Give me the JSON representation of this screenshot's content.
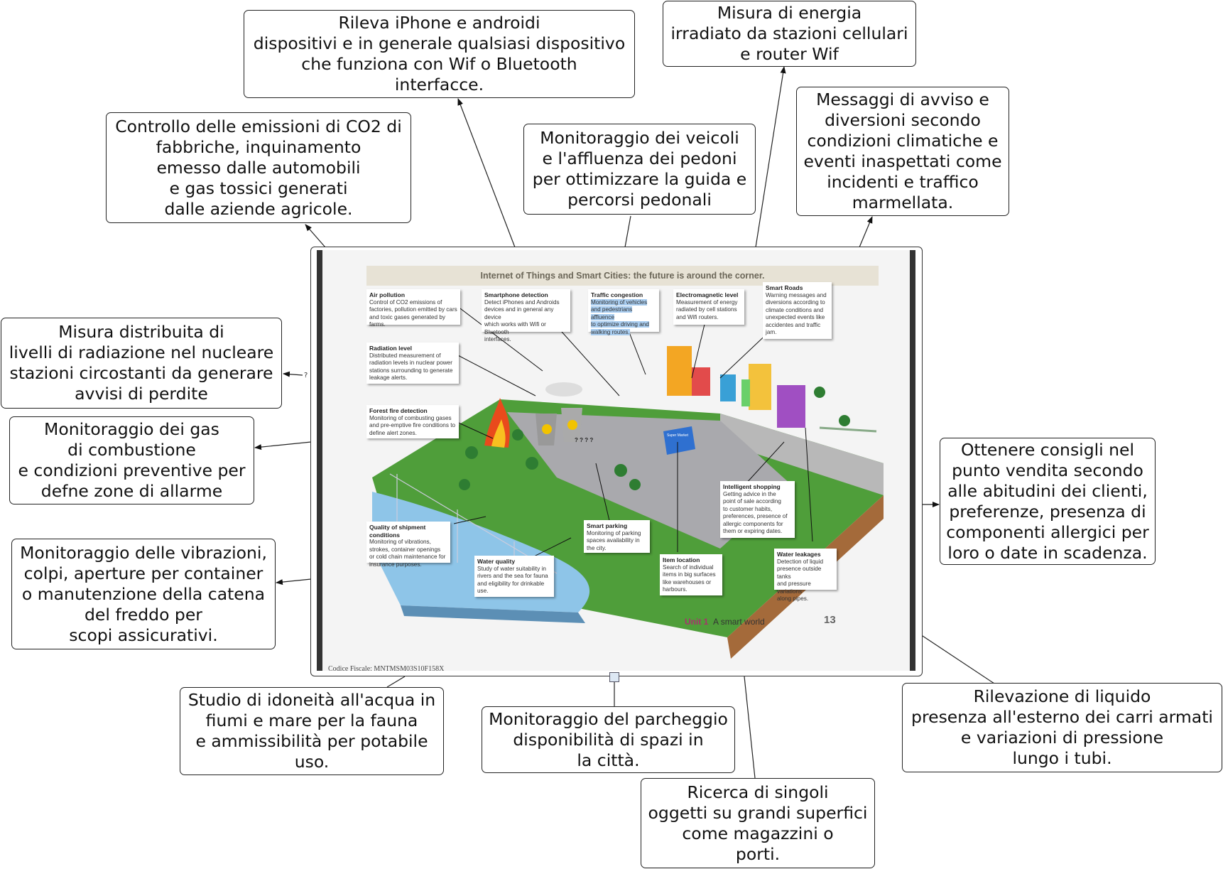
{
  "nodes": {
    "wifi_detect": "Rileva iPhone e androidi\ndispositivi e in generale qualsiasi dispositivo\nche funziona con Wif o Bluetooth\ninterfacce.",
    "energy": "Misura di energia\nirradiato da stazioni cellulari\ne router Wif",
    "co2": "Controllo delle emissioni di CO2 di\nfabbriche, inquinamento\nemesso dalle automobili\ne gas tossici generati\ndalle aziende agricole.",
    "vehicles": "Monitoraggio dei veicoli\ne l'affluenza dei pedoni\nper ottimizzare la guida e\npercorsi pedonali",
    "warnings": "Messaggi di avviso e\ndiversioni secondo\ncondizioni climatiche e\neventi inaspettati come\nincidenti e traffico\nmarmellata.",
    "radiation": "Misura distribuita di\nlivelli di radiazione nel nucleare\nstazioni circostanti da generare\navvisi di perdite",
    "combustion": "Monitoraggio dei gas\ndi combustione\ne condizioni preventive per\ndefne zone di allarme",
    "shopping": "Ottenere consigli nel\npunto vendita secondo\nalle abitudini dei clienti,\npreferenze, presenza di\ncomponenti allergici per\nloro o date in scadenza.",
    "vibrations": "Monitoraggio delle vibrazioni,\ncolpi, aperture per container\no manutenzione della catena\ndel freddo per\nscopi assicurativi.",
    "water_quality": "Studio di idoneità all'acqua in\nfiumi e mare per la fauna\ne ammissibilità per potabile\nuso.",
    "parking": "Monitoraggio del parcheggio\ndisponibilità di spazi in\nla città.",
    "leakage": "Rilevazione di liquido\npresenza all'esterno dei carri armati\ne variazioni di pressione\nlungo i tubi.",
    "item_location": "Ricerca di singoli\noggetti su grandi superfici\ncome magazzini o\nporti."
  },
  "link_label_radiation": "?",
  "page": {
    "title": "Internet of Things and Smart Cities: the future is around the corner.",
    "footer_unit": "Unit 1",
    "footer_text": "A smart world",
    "page_number": "13",
    "footer_code": "Codice Fiscale: MNTMSM03S10F158X",
    "captions": {
      "air": {
        "title": "Air pollution",
        "body": "Control of CO2 emissions of\nfactories, pollution emitted by cars\nand toxic gases generated by farms."
      },
      "smartphone": {
        "title": "Smartphone detection",
        "body": "Detect iPhones and Androids\ndevices and in general any device\nwhich works with Wifi or Bluetooth\ninterfaces."
      },
      "traffic": {
        "title": "Traffic congestion",
        "body": "Monitoring of vehicles\nand pedestrians affluence\nto optimize driving and\nwalking routes."
      },
      "em": {
        "title": "Electromagnetic level",
        "body": "Measurement of energy\nradiated by cell stations\nand Wifi routers."
      },
      "roads": {
        "title": "Smart Roads",
        "body": "Warning messages and\ndiversions according to\nclimate conditions and\nunexpected events like\naccidentes and traffic\njam."
      },
      "radiation": {
        "title": "Radiation level",
        "body": "Distributed measurement of\nradiation levels in nuclear power\nstations surrounding to generate\nleakage alerts."
      },
      "forest": {
        "title": "Forest fire detection",
        "body": "Monitoring of combusting gases\nand pre-emptive fire conditions to\ndefine alert zones."
      },
      "shipment": {
        "title": "Quality of shipment conditions",
        "body": "Monitoring of vibrations,\nstrokes, container openings\nor cold chain maintenance for\ninsurance purposes."
      },
      "water": {
        "title": "Water quality",
        "body": "Study of water suitability in\nrivers and the sea for fauna\nand eligibility for drinkable\nuse."
      },
      "parking": {
        "title": "Smart parking",
        "body": "Monitoring of parking\nspaces availability in\nthe city."
      },
      "shopping": {
        "title": "Intelligent shopping",
        "body": "Getting advice in the\npoint of sale according\nto customer habits,\npreferences, presence of\nallergic components for\nthem or expiring dates."
      },
      "item": {
        "title": "Item location",
        "body": "Search of individual\nitems in big surfaces\nlike warehouses or\nharbours."
      },
      "leak": {
        "title": "Water leakages",
        "body": "Detection of liquid\npresence outside tanks\nand pressure variations\nalong pipes."
      }
    },
    "illustration_labels": {
      "market": "Super Market",
      "parking_signs": "?  ?  ?  ?"
    }
  },
  "colors": {
    "border": "#222222",
    "caption_highlight": "#a9cdf0",
    "title_band": "#e7e2d5",
    "unit_accent": "#a8326e"
  }
}
